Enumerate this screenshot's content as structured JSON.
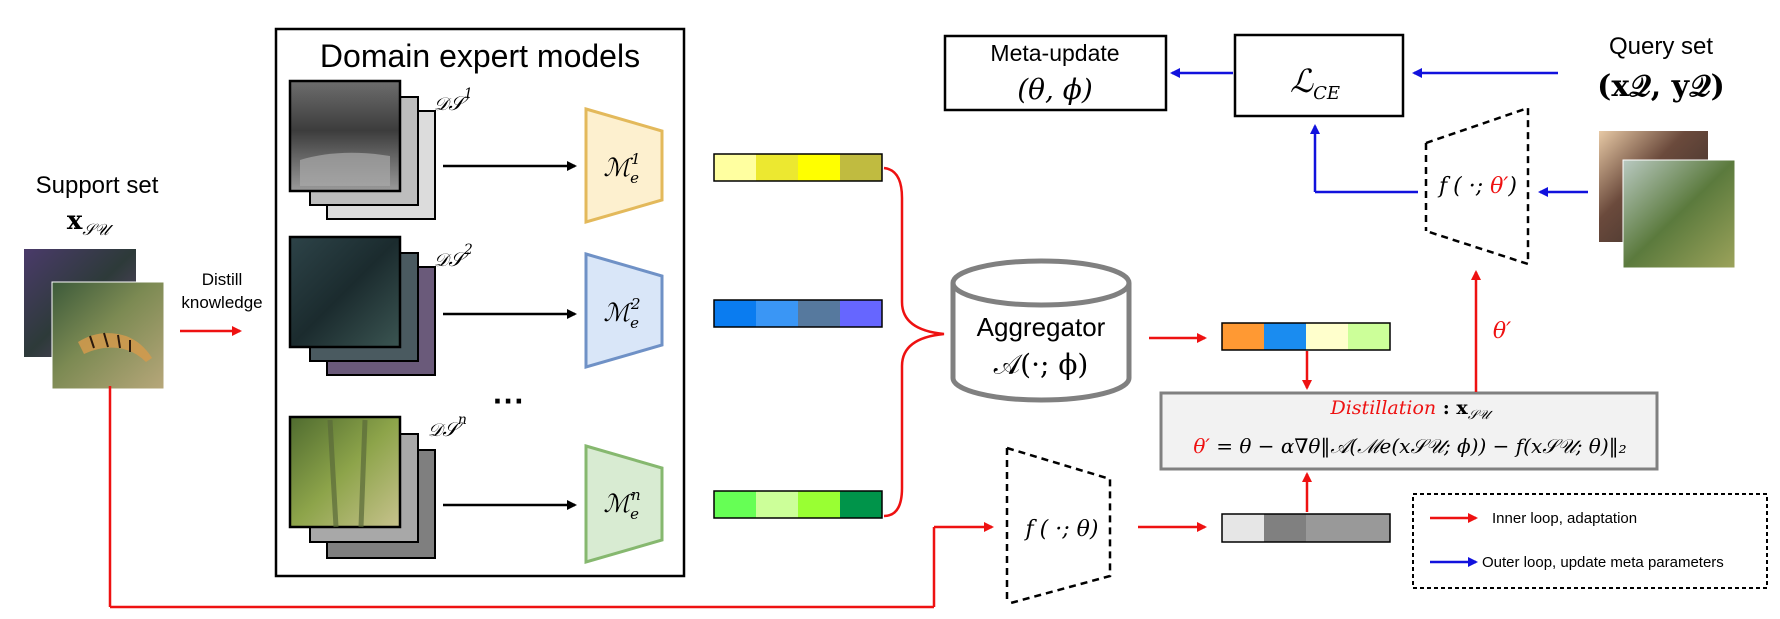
{
  "support": {
    "title": "Support set",
    "symbol": "x",
    "subscript": "𝒮𝒰"
  },
  "distill": {
    "line1": "Distill",
    "line2": "knowledge"
  },
  "experts": {
    "title": "Domain expert models",
    "domain_letter": "𝒟",
    "domain_sub": "𝒮",
    "ellipsis": "···",
    "items": [
      {
        "sup": "1",
        "model_sup": "1",
        "fill": "#fdf0cf",
        "stroke": "#e3b95b"
      },
      {
        "sup": "2",
        "model_sup": "2",
        "fill": "#d9e6f8",
        "stroke": "#6f91c6"
      },
      {
        "sup": "n",
        "model_sup": "n",
        "fill": "#d8ebd2",
        "stroke": "#86b86f"
      }
    ],
    "model_letter": "ℳ",
    "model_sub": "e"
  },
  "feature_colors": {
    "expert1": [
      "#ffffa0",
      "#ece830",
      "#ffff00",
      "#c0bb40"
    ],
    "expert2": [
      "#0a7cf0",
      "#3a96f5",
      "#56799e",
      "#6666ff"
    ],
    "expertn": [
      "#66ff55",
      "#ccff99",
      "#99ff33",
      "#00944a"
    ],
    "aggregated": [
      "#ff9933",
      "#1a8cf0",
      "#ffffcc",
      "#ccff99"
    ],
    "student": [
      "#e6e6e6",
      "#808080",
      "#999999",
      "#999999"
    ]
  },
  "aggregator": {
    "title": "Aggregator",
    "formula": "𝒜(·; ϕ)"
  },
  "student_net": {
    "label_f": "f",
    "label_args": "( ·; θ)"
  },
  "adapted_net": {
    "label_f": "f",
    "label_open": "( ·; ",
    "label_theta": "θ′",
    "label_close": ")"
  },
  "distillation_box": {
    "line1_label": "Distillation",
    "line1_rest": " : x",
    "line1_sub": "𝒮𝒰",
    "line2_theta": "θ′",
    "line2_rest": " = θ − α∇θ‖𝒜(ℳe(x𝒮𝒰; ϕ)) − f(x𝒮𝒰; θ)‖₂"
  },
  "loss": {
    "label": "ℒ",
    "sub": "CE"
  },
  "meta_update": {
    "title": "Meta-update",
    "params": "(θ, ϕ)"
  },
  "query": {
    "title": "Query set",
    "formula": "(x𝒬, y𝒬)"
  },
  "theta_prime_label": "θ′",
  "legend": {
    "inner": "Inner loop, adaptation",
    "outer": "Outer loop, update meta parameters"
  },
  "colors": {
    "inner": "#ee1111",
    "outer": "#1111dd"
  }
}
